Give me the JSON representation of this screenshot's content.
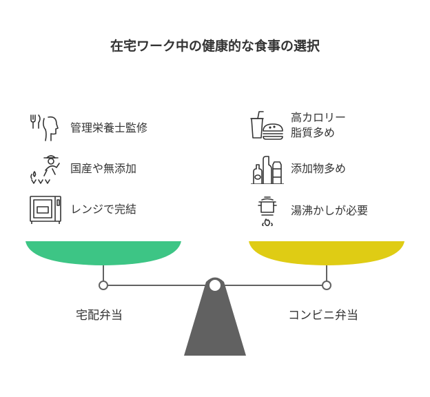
{
  "title": "在宅ワーク中の健康的な食事の選択",
  "left": {
    "label": "宅配弁当",
    "color": "#3dc585",
    "items": [
      {
        "icon": "nutritionist-icon",
        "text": "管理栄養士監修"
      },
      {
        "icon": "farmer-icon",
        "text": "国産や無添加"
      },
      {
        "icon": "microwave-icon",
        "text": "レンジで完結"
      }
    ]
  },
  "right": {
    "label": "コンビニ弁当",
    "color": "#dfcc14",
    "items": [
      {
        "icon": "fast-food-icon",
        "text": "高カロリー\n脂質多め"
      },
      {
        "icon": "additive-bottles-icon",
        "text": "添加物多め"
      },
      {
        "icon": "boiling-pot-icon",
        "text": "湯沸かしが必要"
      }
    ]
  },
  "fulcrum_color": "#616161"
}
